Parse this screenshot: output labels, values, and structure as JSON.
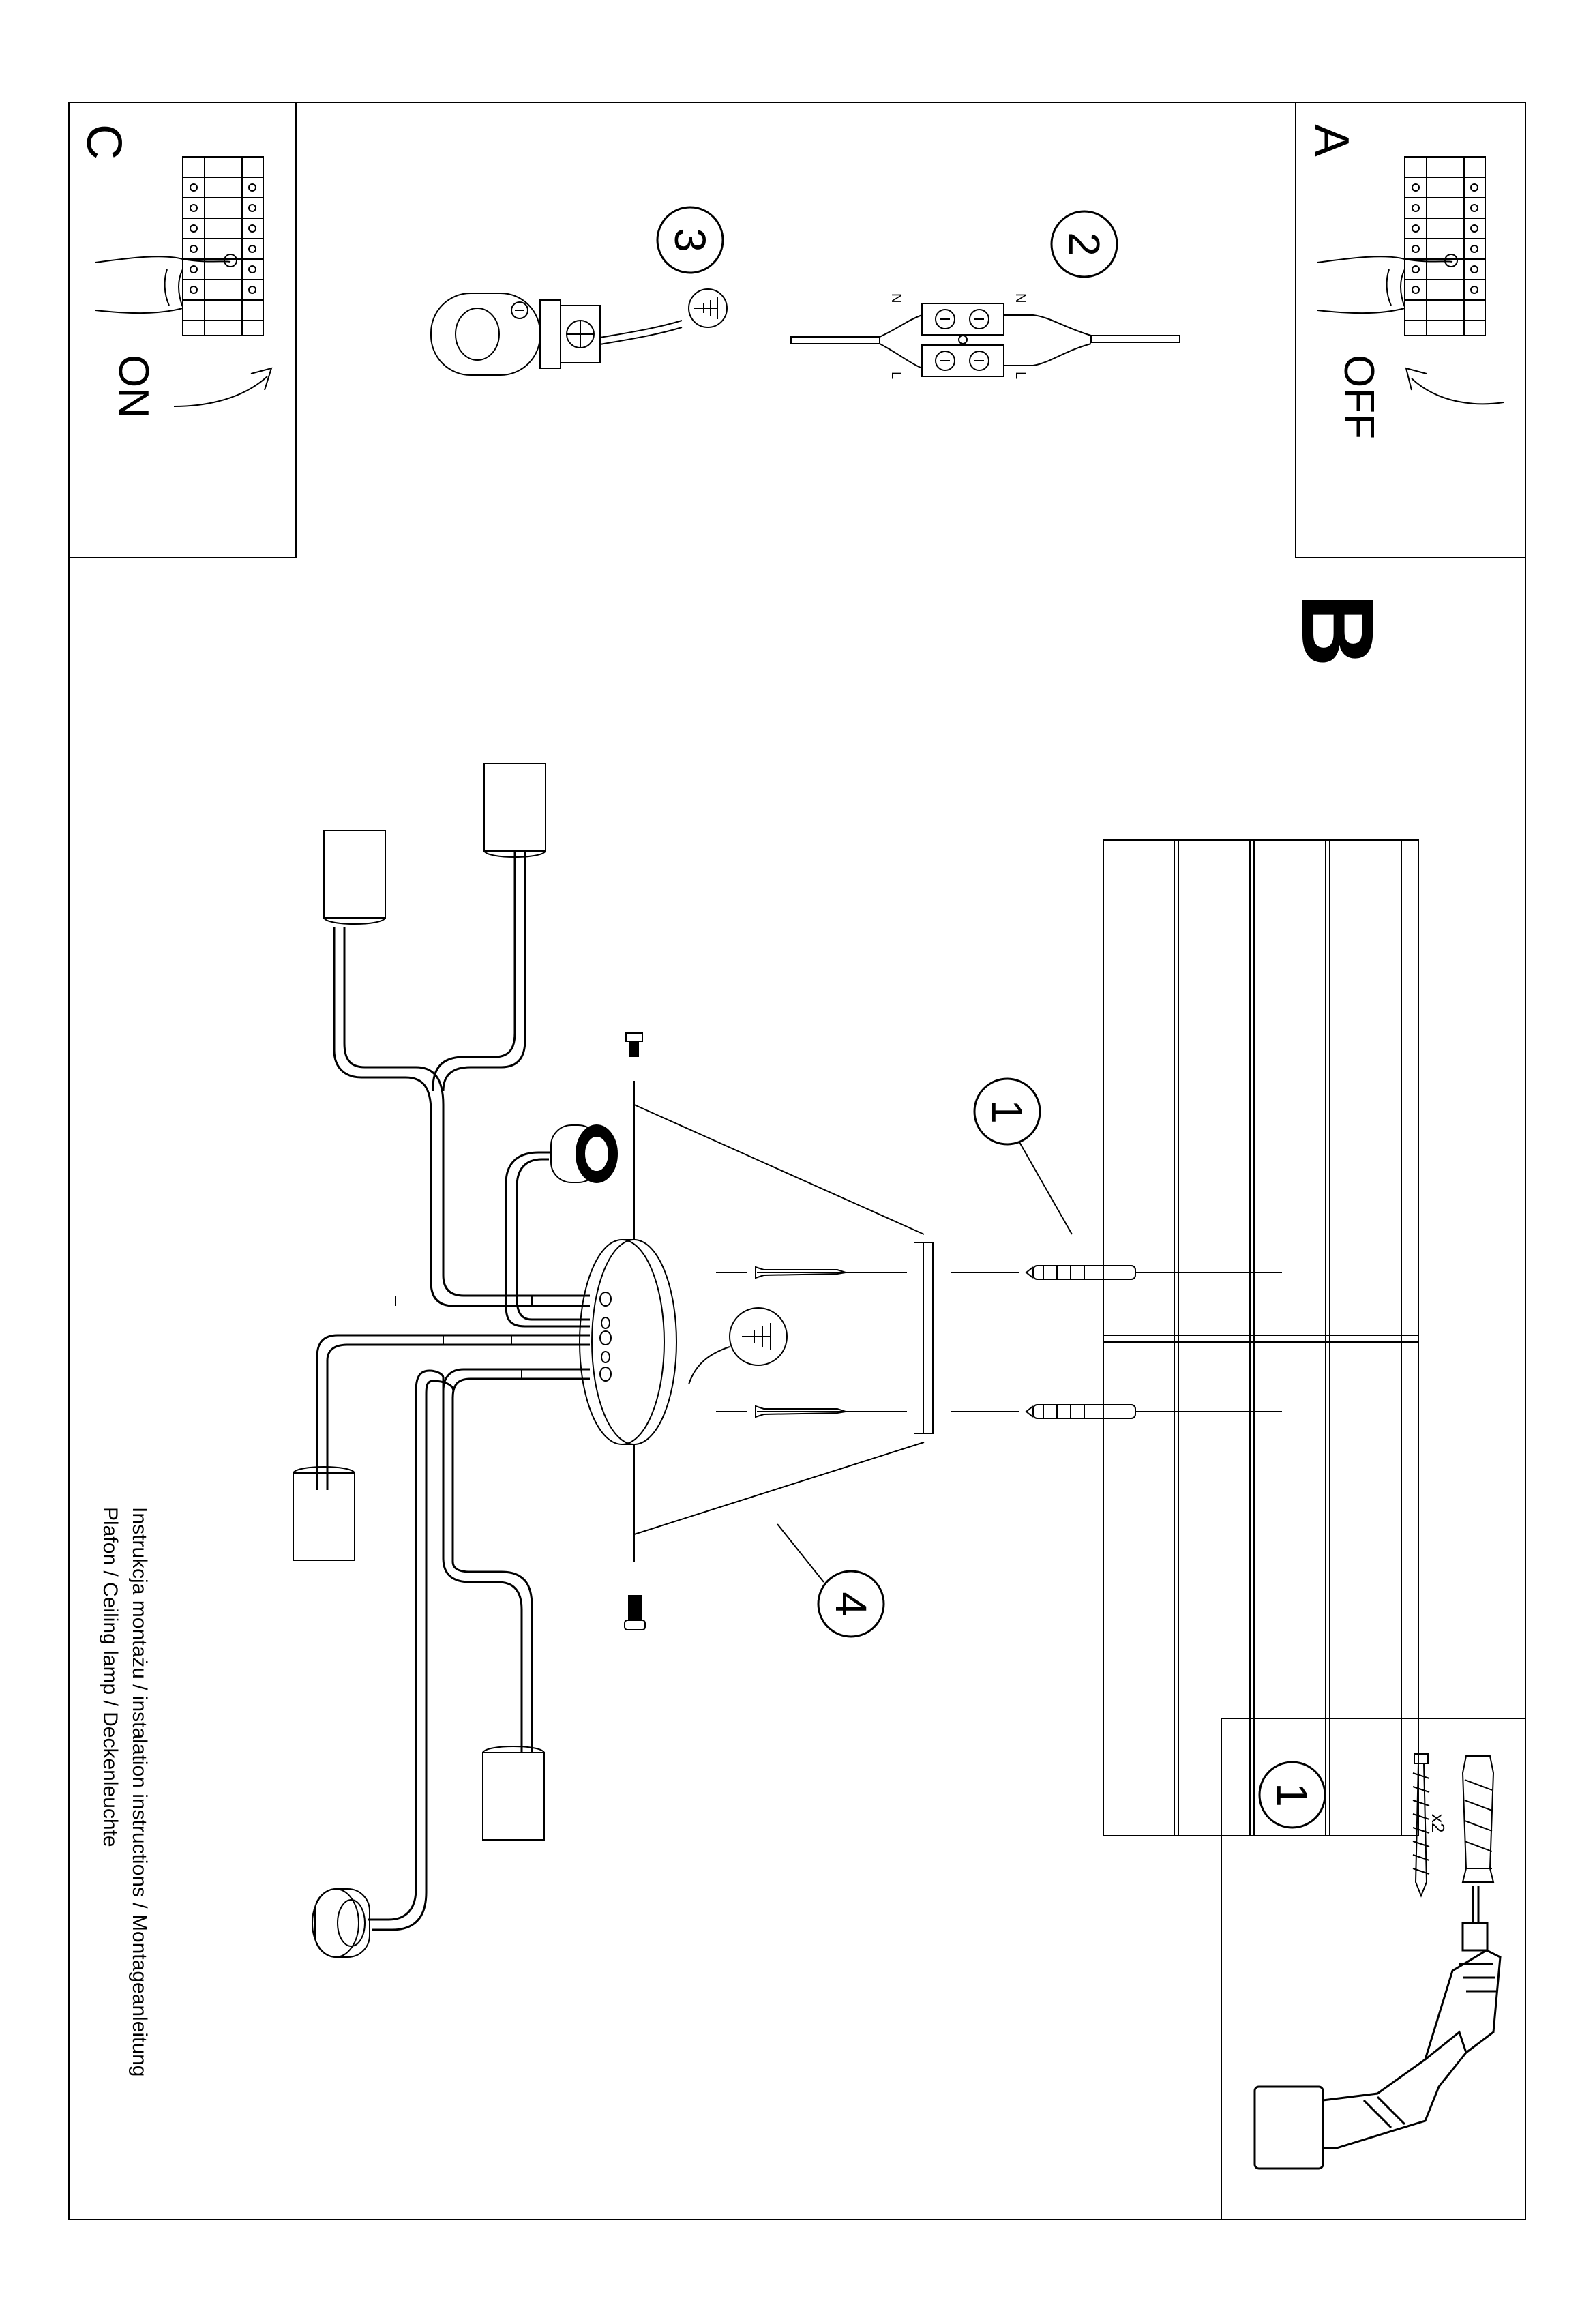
{
  "panels": {
    "a": {
      "letter": "A",
      "switch_label": "OFF"
    },
    "b": {
      "letter": "B"
    },
    "c": {
      "letter": "C",
      "switch_label": "ON"
    }
  },
  "steps": {
    "ground_connection": "3",
    "wire_connector": "2",
    "anchor_fixing": "1",
    "canopy_mounting": "4"
  },
  "wire_marks": [
    "N",
    "N",
    "L",
    "L"
  ],
  "hardware_box": {
    "step": "1",
    "quantity": "x2"
  },
  "caption": {
    "line1": "Instrukcja montażu / instalation instructions / Montageanleitung",
    "line2": "Plafon / Ceiling lamp / Deckenleuchte"
  }
}
